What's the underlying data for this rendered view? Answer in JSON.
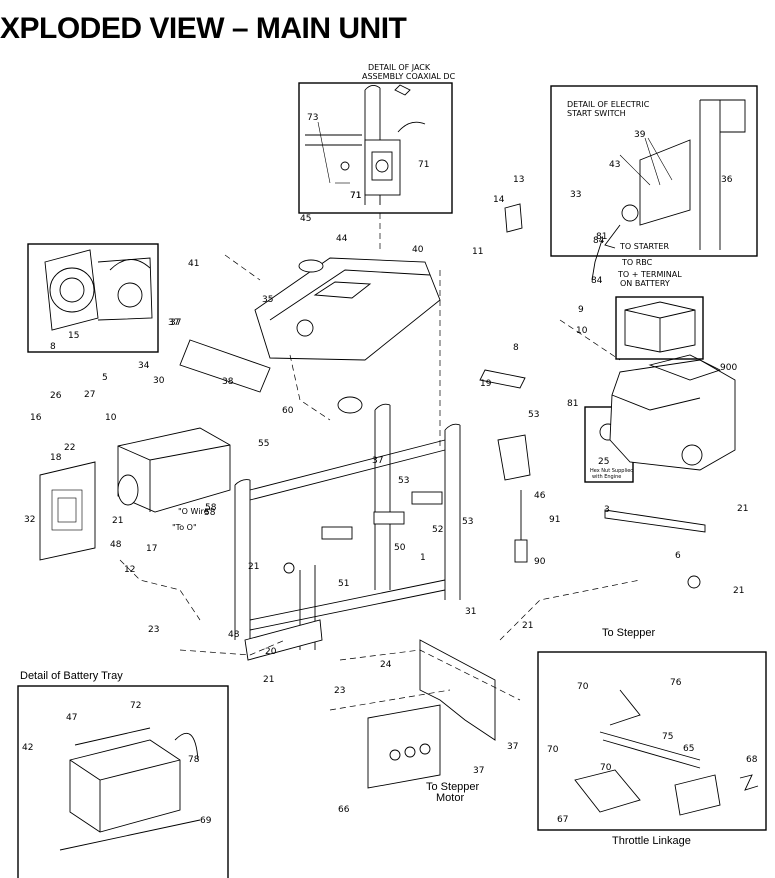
{
  "title": "XPLODED VIEW – MAIN UNIT",
  "insets": {
    "jack": [
      "DETAIL OF JACK",
      "ASSEMBLY COAXIAL DC"
    ],
    "electric_start": [
      "DETAIL OF ELECTRIC",
      "START SWITCH"
    ],
    "to_starter": "TO STARTER",
    "to_rbc": "TO RBC",
    "to_terminal": [
      "TO + TERMINAL",
      "ON BATTERY"
    ],
    "hex_nut": [
      "Hex Nut Supplied",
      "with Engine"
    ],
    "battery_tray": "Detail of Battery Tray",
    "throttle": "Throttle Linkage",
    "to_stepper": "To Stepper"
  },
  "callouts": {
    "o_wire": "\"O Wire\"",
    "to_o": "\"To O\"",
    "to_stepper_motor": [
      "To Stepper",
      "Motor"
    ]
  },
  "part_numbers": [
    "1",
    "3",
    "5",
    "6",
    "8",
    "9",
    "10",
    "11",
    "12",
    "13",
    "14",
    "15",
    "16",
    "17",
    "18",
    "19",
    "20",
    "21",
    "22",
    "23",
    "24",
    "25",
    "26",
    "27",
    "30",
    "31",
    "32",
    "33",
    "34",
    "35",
    "36",
    "37",
    "38",
    "39",
    "40",
    "41",
    "42",
    "43",
    "44",
    "45",
    "46",
    "47",
    "48",
    "50",
    "51",
    "52",
    "53",
    "55",
    "58",
    "60",
    "65",
    "66",
    "67",
    "68",
    "69",
    "70",
    "71",
    "72",
    "73",
    "75",
    "76",
    "78",
    "81",
    "84",
    "90",
    "91",
    "900"
  ]
}
